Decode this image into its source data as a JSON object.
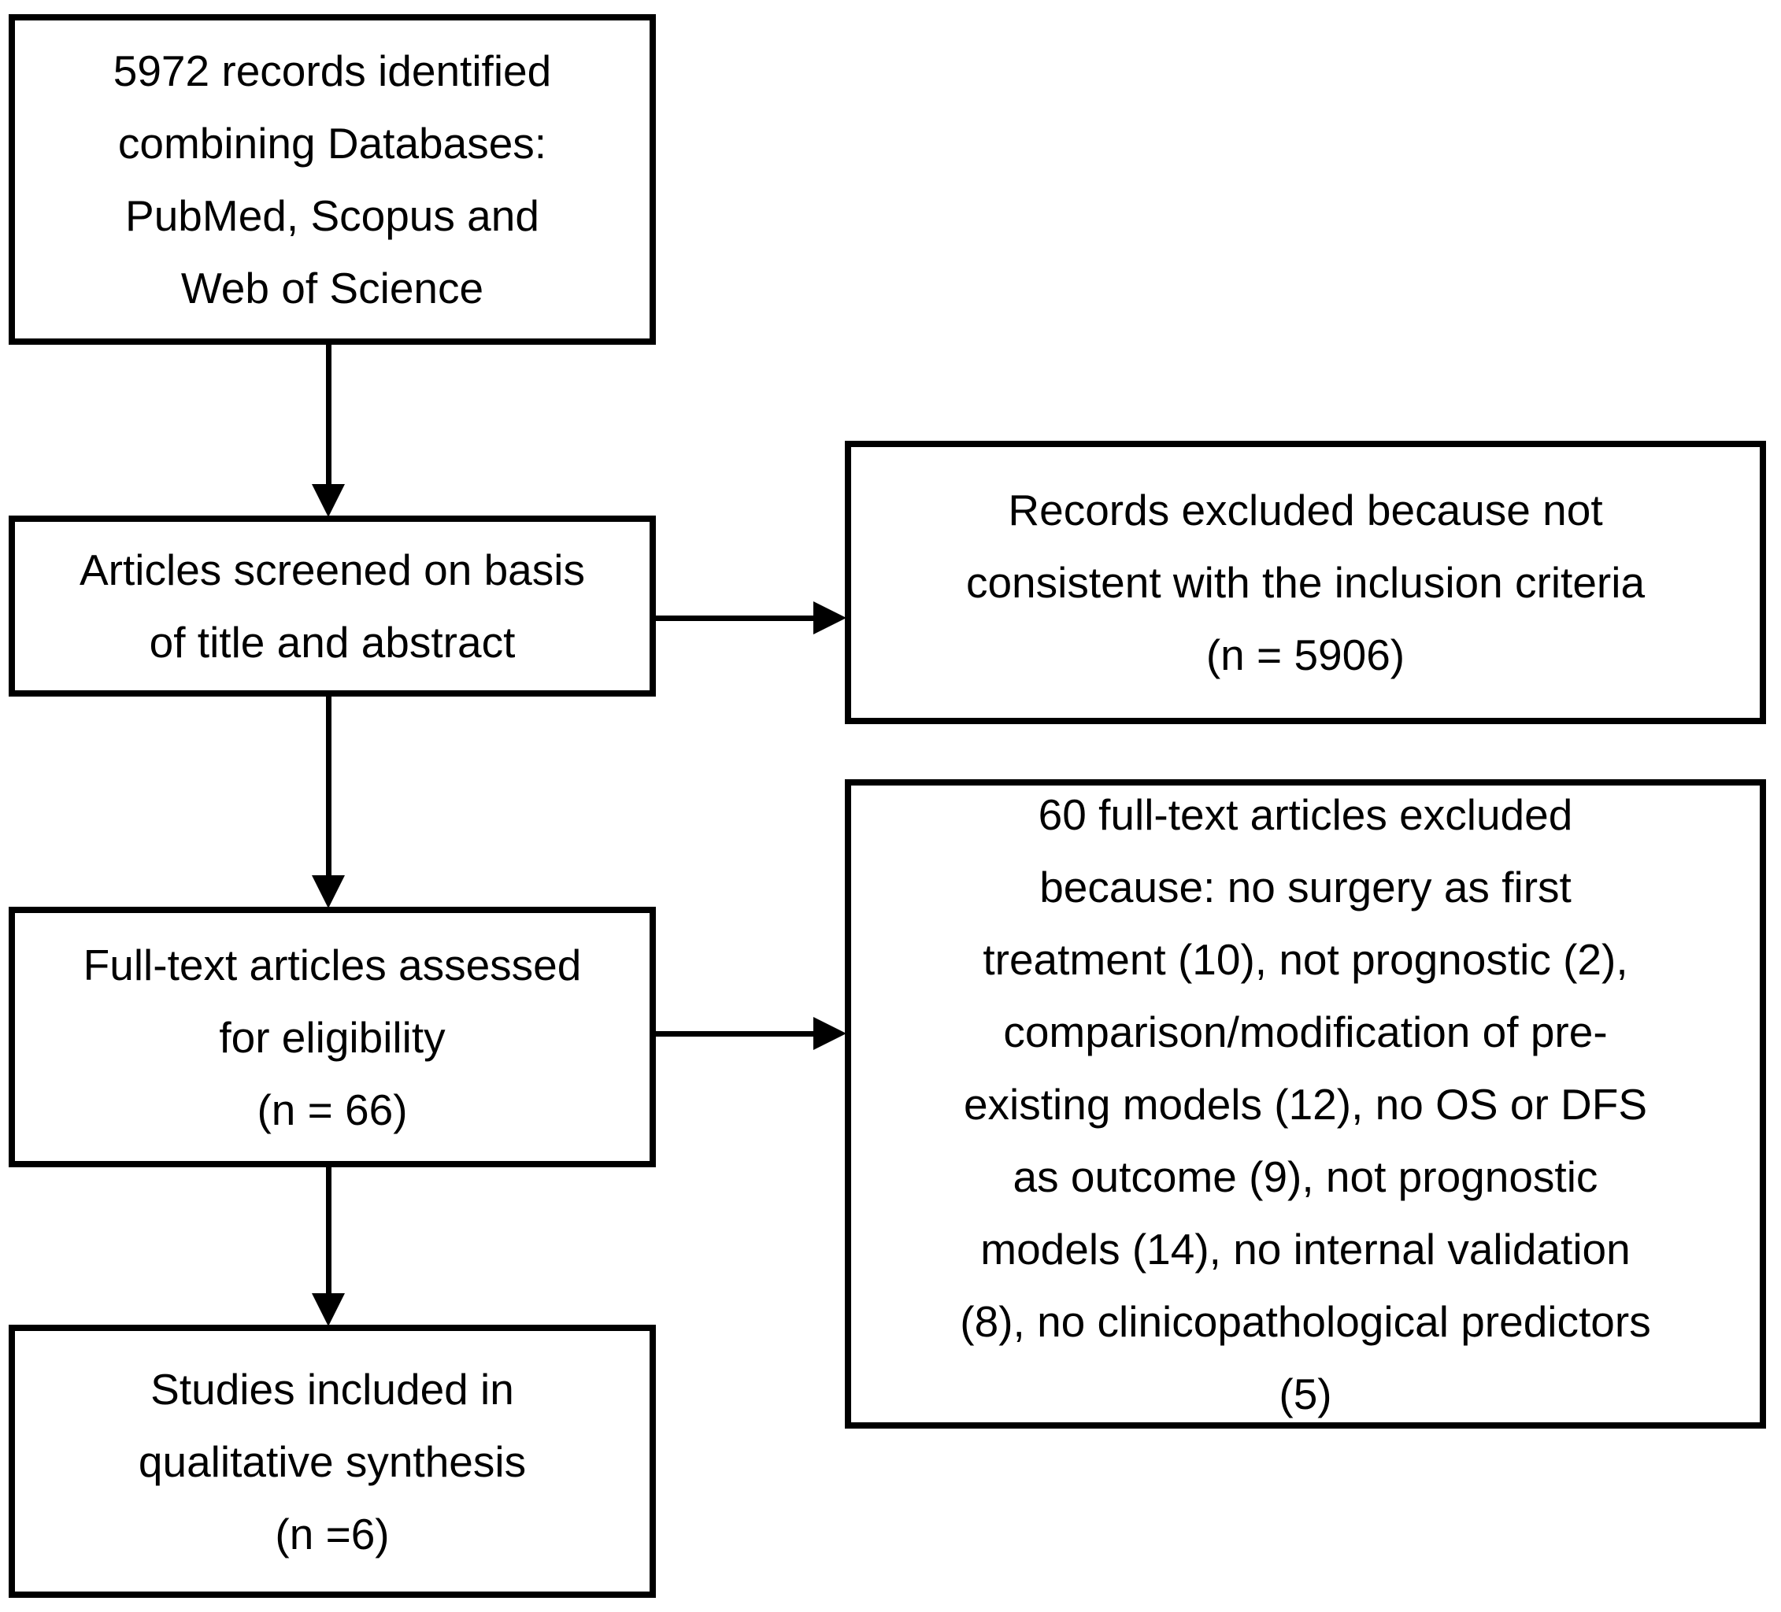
{
  "figure": {
    "type": "prisma-flow-diagram",
    "background_color": "#ffffff",
    "line_color": "#000000"
  },
  "boxes": {
    "identification": {
      "lines": [
        "5972 records identified",
        "combining Databases:",
        "PubMed, Scopus and",
        "Web of Science"
      ]
    },
    "screening": {
      "lines": [
        "Articles screened on basis",
        "of title and abstract"
      ]
    },
    "eligibility": {
      "lines": [
        "Full-text articles assessed",
        "for eligibility",
        "(n = 66)"
      ]
    },
    "included": {
      "lines": [
        "Studies included in",
        "qualitative synthesis",
        "(n =6)"
      ]
    },
    "excluded_screening": {
      "lines": [
        "Records excluded because not",
        "consistent with the inclusion criteria",
        "(n = 5906)"
      ]
    },
    "excluded_fulltext": {
      "lines": [
        "60 full-text articles excluded",
        "because: no surgery as first",
        "treatment (10), not prognostic (2),",
        "comparison/modification of pre-",
        "existing models (12), no OS or DFS",
        "as outcome (9), not prognostic",
        "models (14), no internal validation",
        "(8), no clinicopathological predictors",
        "(5)"
      ]
    }
  }
}
